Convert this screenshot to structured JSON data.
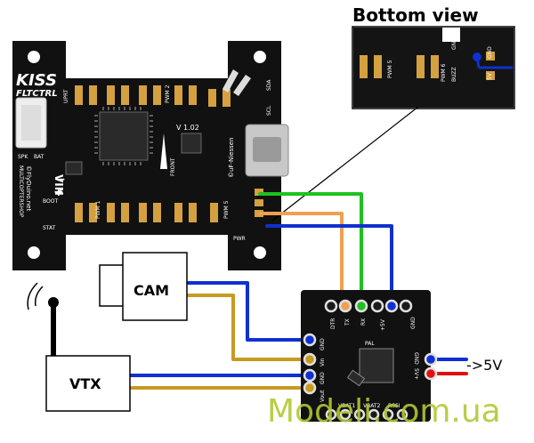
{
  "bottom_view": {
    "title": "Bottom view",
    "labels": {
      "gnd": "GND",
      "five_v": "5V",
      "buzz": "BUZZ",
      "pwm6": "PWM 6",
      "pwm5": "PWM 5"
    }
  },
  "kiss_board": {
    "logo_line1": "KISS",
    "logo_line2": "FLTCTRL",
    "version": "V 1.02",
    "credit": "©FlyDuino.net",
    "subcredit": "MULTICOPTERSHOP",
    "designer": "©uF-Niessen",
    "labels": {
      "vin": "VIN",
      "minus": "−",
      "plus": "+",
      "spk": "SPK",
      "bat": "BAT",
      "boot": "BOOT",
      "stat": "STAT",
      "front": "FRONT",
      "scl": "SCL",
      "sda": "SDA",
      "pwr": "PWR",
      "pwm1": "PWM 1",
      "pwm2": "PWM 2",
      "pwm5": "PWM 5",
      "uprt": "UPRT"
    }
  },
  "cam": {
    "label": "CAM"
  },
  "vtx": {
    "label": "VTX"
  },
  "osd_board": {
    "top_pins": [
      "GND",
      "+5V",
      "RX",
      "TX",
      "DTR"
    ],
    "left_pins": [
      "GND",
      "Vin",
      "GND",
      "Vout"
    ],
    "right_pins": [
      "GND",
      "5V+"
    ],
    "bottom_labels": [
      "VBAT1",
      "VBAT2",
      "RSSI"
    ],
    "chip_label": "PAL"
  },
  "power_label": "->5V",
  "watermark": "Modeli.com.ua",
  "colors": {
    "orange": "#f0a050",
    "green": "#20c020",
    "blue": "#1030d0",
    "gold": "#c89a20",
    "red": "#e01010",
    "board": "#111111",
    "pad": "#d4a040",
    "watermark": "#b4c832"
  }
}
